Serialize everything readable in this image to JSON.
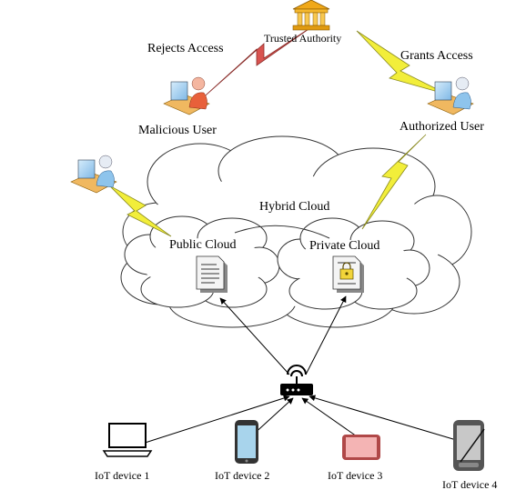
{
  "diagram": {
    "authority_label": "Trusted Authority",
    "rejects_label": "Rejects Access",
    "grants_label": "Grants Access",
    "malicious_user_label": "Malicious User",
    "authorized_user_label": "Authorized User",
    "hybrid_cloud_label": "Hybrid Cloud",
    "public_cloud_label": "Public Cloud",
    "private_cloud_label": "Private Cloud",
    "devices": [
      {
        "label": "IoT device 1",
        "icon": "laptop-icon"
      },
      {
        "label": "IoT device 2",
        "icon": "phone-icon"
      },
      {
        "label": "IoT device 3",
        "icon": "tablet-icon"
      },
      {
        "label": "IoT device 4",
        "icon": "pda-icon"
      }
    ],
    "colors": {
      "lightning_red": "#d9534f",
      "lightning_yellow": "#f2ee3a",
      "cloud_stroke": "#333333",
      "authority_gold": "#f0a818"
    }
  }
}
